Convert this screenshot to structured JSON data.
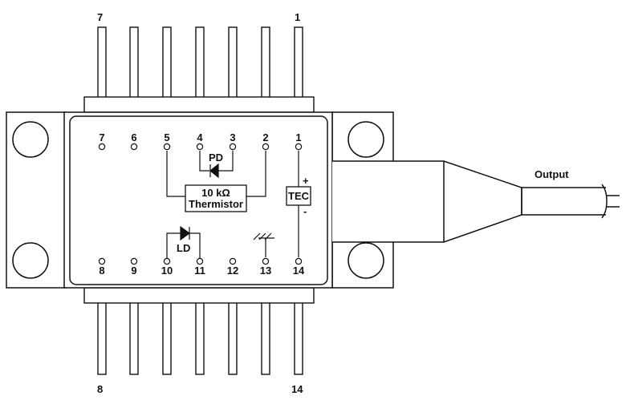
{
  "pins": {
    "top_left": "7",
    "top_right": "1",
    "bottom_left": "8",
    "bottom_right": "14"
  },
  "pads": {
    "top": [
      "7",
      "6",
      "5",
      "4",
      "3",
      "2",
      "1"
    ],
    "bottom": [
      "8",
      "9",
      "10",
      "11",
      "12",
      "13",
      "14"
    ]
  },
  "components": {
    "photodiode": "PD",
    "laser_diode": "LD",
    "thermistor_value": "10 kΩ",
    "thermistor_name": "Thermistor",
    "tec": "TEC",
    "tec_plus": "+",
    "tec_minus": "-"
  },
  "output_label": "Output"
}
